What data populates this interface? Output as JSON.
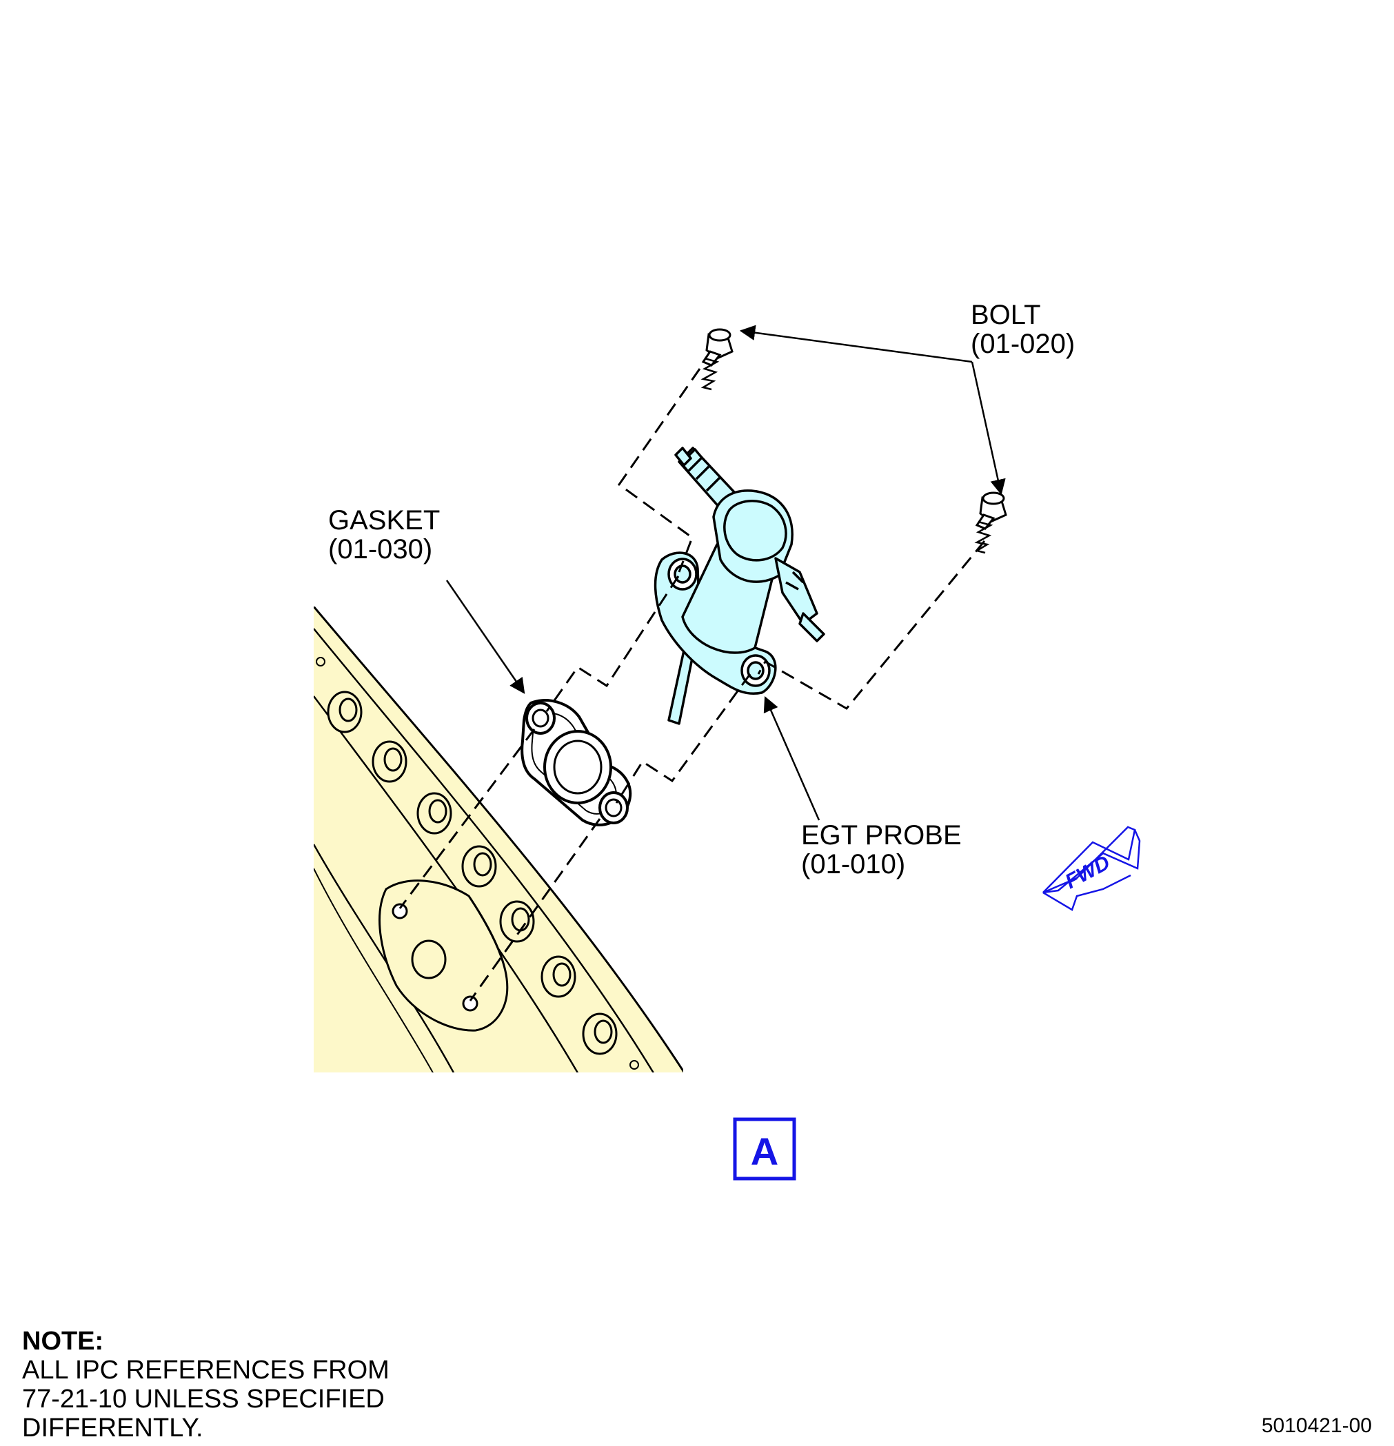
{
  "labels": {
    "bolt": {
      "name": "BOLT",
      "ref": "(01-020)"
    },
    "gasket": {
      "name": "GASKET",
      "ref": "(01-030)"
    },
    "probe": {
      "name": "EGT PROBE",
      "ref": "(01-010)"
    }
  },
  "fwd": "FWD",
  "view": "A",
  "note": {
    "heading": "NOTE:",
    "lines": [
      "ALL IPC REFERENCES FROM",
      "77-21-10 UNLESS SPECIFIED",
      "DIFFERENTLY."
    ]
  },
  "figure_id": "5010421-00",
  "colors": {
    "case": "#fdf8c9",
    "probe": "#ccfbfe",
    "accent": "#1515e6",
    "line": "#000000"
  }
}
